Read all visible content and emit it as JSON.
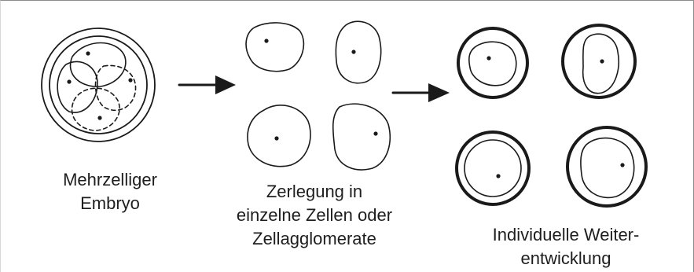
{
  "captions": {
    "stage1": {
      "line1": "Mehrzelliger",
      "line2": "Embryo"
    },
    "stage2": {
      "line1": "Zerlegung in",
      "line2": "einzelne Zellen oder",
      "line3": "Zellagglomerate"
    },
    "stage3": {
      "line1": "Individuelle Weiter-",
      "line2": "entwicklung"
    }
  },
  "colors": {
    "ink": "#1a1a1a",
    "background": "#ffffff"
  }
}
